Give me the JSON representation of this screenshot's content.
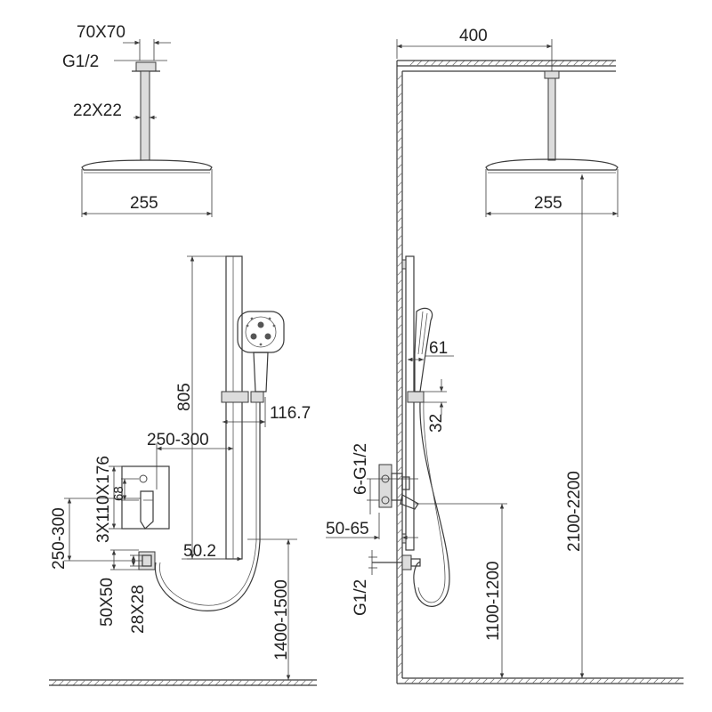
{
  "dimensions": {
    "ceiling_plate": "70X70",
    "thread_top": "G1/2",
    "arm": "22X22",
    "head_width_left": "255",
    "rail_height": "805",
    "holder_offset": "116.7",
    "mixer_offset": "250-300",
    "valve_box": "3X110X176",
    "valve_spacing": "68",
    "valve_height": "250-300",
    "elbow_plate": "50X50",
    "elbow_body": "28X28",
    "rail_gap": "50.2",
    "elbow_height": "1400-1500",
    "ceiling_reach": "400",
    "head_width_right": "255",
    "handset_depth": "61",
    "holder_depth": "32",
    "mixer_threads": "6-G1/2",
    "mixer_depth": "50-65",
    "outlet_thread": "G1/2",
    "mixer_height": "1100-1200",
    "head_height": "2100-2200"
  }
}
